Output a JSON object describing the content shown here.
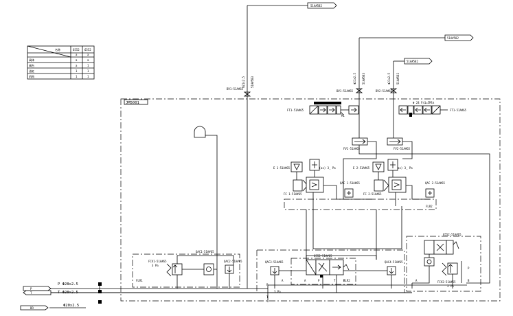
{
  "table": {
    "header_diag": "名称",
    "col_headers": [
      "6552",
      "6552"
    ],
    "col_sub": [
      "a",
      "a"
    ],
    "rows": [
      {
        "label": "阀体",
        "values": [
          "a",
          "a"
        ]
      },
      {
        "label": "阀台",
        "values": [
          "a",
          "1"
        ]
      },
      {
        "label": "油缸",
        "values": [
          "1",
          "1"
        ]
      },
      {
        "label": "机构",
        "values": [
          "1",
          "1"
        ]
      }
    ]
  },
  "frame_label": "JM5001",
  "ports": {
    "p": "P",
    "t": "T",
    "dr": "DR"
  },
  "pipes": {
    "p": "P  Φ28x2.5",
    "t": "T  Φ28x2.5",
    "dr": "Φ20x2.5"
  },
  "top_arrows": {
    "a": "51A#582",
    "b": "51A#582",
    "c": "51A#582"
  },
  "valves": {
    "pipe_size_1": "Φ21x2.5",
    "pipe_size_2": "Φ21x2.5",
    "pipe_size_3": "Φ21x2.5",
    "tag_1": "51A#583",
    "tag_2": "51A#583",
    "tag_3": "51A#583",
    "v1": "BV1-51A#65",
    "v2": "BV1-51A#65",
    "v3": "BV2-51A#65"
  },
  "filters": {
    "left": "FT1-51A#65",
    "right": "FT1-51A#65",
    "m1": "M1",
    "spec": "Φ 24 Fn1=5Mlk"
  },
  "fv": {
    "left": "FV1-51A#65",
    "right": "FV2-51A#65"
  },
  "upper": {
    "e_left": "E 1-51A#65",
    "e_right": "E 2-51A#65",
    "rt_left": "RT0R(ax) 3_ Pa",
    "rt_right": "RT0R(ax) 3_ Pa",
    "qac_left": "QAC 1-51A#65",
    "qac_right": "QAC 2-51A#65",
    "fc_left": "FC 1-51A#65",
    "fc_right": "FC 2-51A#65",
    "flr": "FLR2"
  },
  "lower": {
    "left_fcv": "FCV1-51A#65",
    "left_fcv_sub": "3 Pa",
    "qac1": "QAC1-51A#65",
    "qac2": "QAC2-51A#65",
    "flr1": "FLR1",
    "flr2": "FLR2",
    "qac3": "QAC3-51A#65",
    "qac4": "QAC4-51A#65",
    "center_valve": "6552-51A#65",
    "right_valve": "6552-51A#65",
    "right_fcv": "FCV2-51A#65",
    "right_fcv_sub": "3 Pa",
    "port_a": "A",
    "port_b": "B",
    "port_p": "P",
    "port_t": "T",
    "sub_p": "3 Pa"
  }
}
